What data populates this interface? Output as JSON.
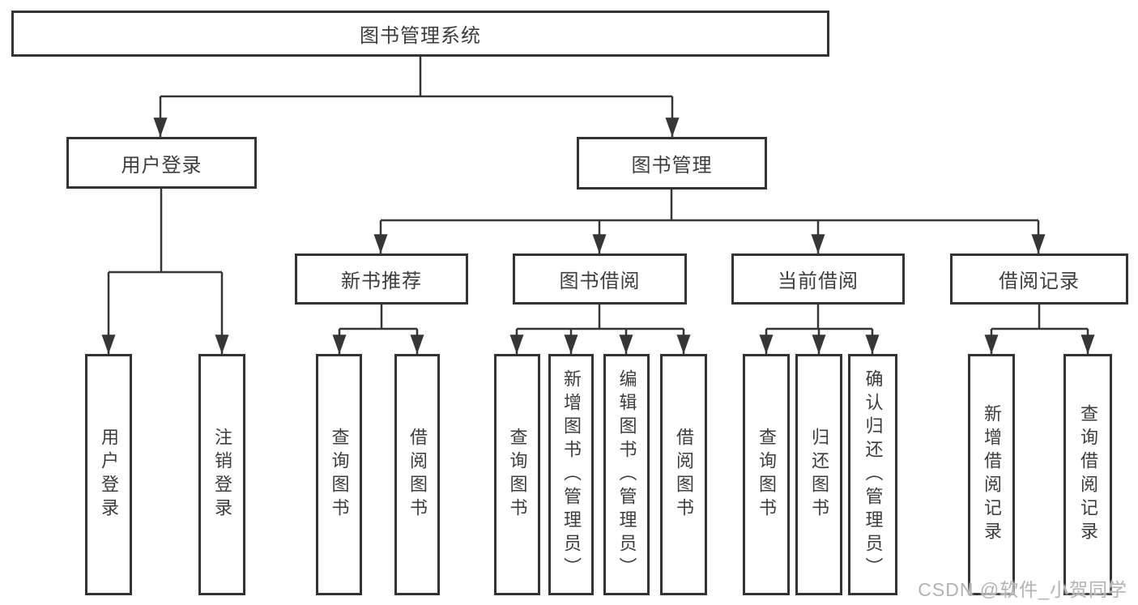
{
  "diagram": {
    "root": {
      "label": "图书管理系统"
    },
    "level2": {
      "user_login": {
        "label": "用户登录"
      },
      "book_management": {
        "label": "图书管理"
      }
    },
    "level3": {
      "new_book_recommendation": {
        "label": "新书推荐"
      },
      "book_borrowing": {
        "label": "图书借阅"
      },
      "current_borrowing": {
        "label": "当前借阅"
      },
      "borrowing_records": {
        "label": "借阅记录"
      }
    },
    "leaves": {
      "user_login": {
        "label": "用户登录"
      },
      "logout": {
        "label": "注销登录"
      },
      "recommend_query_books": {
        "label": "查询图书"
      },
      "recommend_borrow_books": {
        "label": "借阅图书"
      },
      "borrowing_query_books": {
        "label": "查询图书"
      },
      "borrowing_add_books_admin": {
        "label": "新增图书（管理员）"
      },
      "borrowing_edit_books_admin": {
        "label": "编辑图书（管理员）"
      },
      "borrowing_borrow_books": {
        "label": "借阅图书"
      },
      "current_query_books": {
        "label": "查询图书"
      },
      "current_return_books": {
        "label": "归还图书"
      },
      "current_confirm_return_admin": {
        "label": "确认归还（管理员）"
      },
      "records_add_record": {
        "label": "新增借阅记录"
      },
      "records_query_record": {
        "label": "查询借阅记录"
      }
    },
    "watermark": "CSDN @软件_小贺同学",
    "colors": {
      "line": "#363636",
      "border": "#333333",
      "text": "#3d3d3d",
      "watermark": "#b3b3b3",
      "background": "#ffffff"
    }
  }
}
